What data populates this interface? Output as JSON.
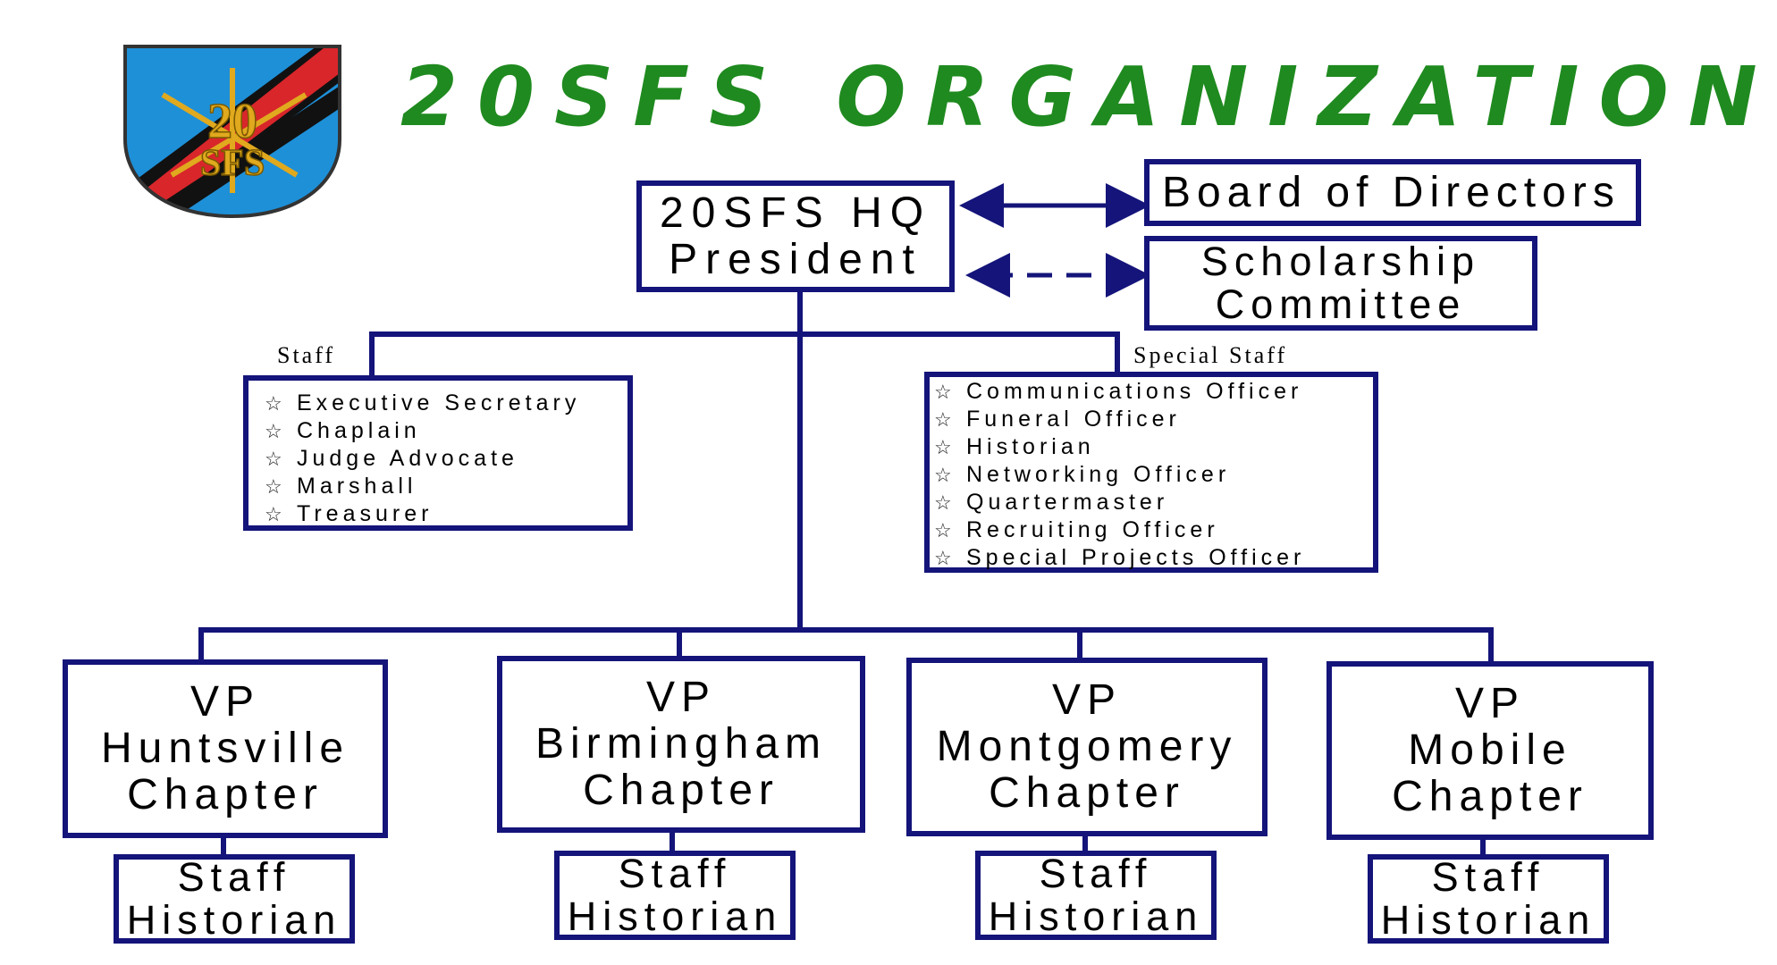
{
  "title": "20SFS ORGANIZATION",
  "logo": {
    "text_top": "20",
    "text_bottom": "SFS"
  },
  "hq": {
    "line1": "20SFS HQ",
    "line2": "President"
  },
  "board": "Board of Directors",
  "scholarship": {
    "line1": "Scholarship",
    "line2": "Committee"
  },
  "staff": {
    "caption": "Staff",
    "items": [
      "Executive Secretary",
      "Chaplain",
      "Judge Advocate",
      "Marshall",
      "Treasurer"
    ]
  },
  "special_staff": {
    "caption": "Special Staff",
    "items": [
      "Communications Officer",
      "Funeral Officer",
      "Historian",
      "Networking Officer",
      "Quartermaster",
      "Recruiting Officer",
      "Special Projects Officer"
    ]
  },
  "chapters": [
    {
      "vp": "VP",
      "name": "Huntsville",
      "chapter": "Chapter",
      "staff": "Staff",
      "historian": "Historian"
    },
    {
      "vp": "VP",
      "name": "Birmingham",
      "chapter": "Chapter",
      "staff": "Staff",
      "historian": "Historian"
    },
    {
      "vp": "VP",
      "name": "Montgomery",
      "chapter": "Chapter",
      "staff": "Staff",
      "historian": "Historian"
    },
    {
      "vp": "VP",
      "name": "Mobile",
      "chapter": "Chapter",
      "staff": "Staff",
      "historian": "Historian"
    }
  ],
  "colors": {
    "line": "#14147a",
    "title": "#1f8a1f",
    "shield_blue": "#1e90d8",
    "shield_red": "#d8262b",
    "shield_black": "#111111",
    "gold": "#e0a91e"
  },
  "star_icon": "☆"
}
